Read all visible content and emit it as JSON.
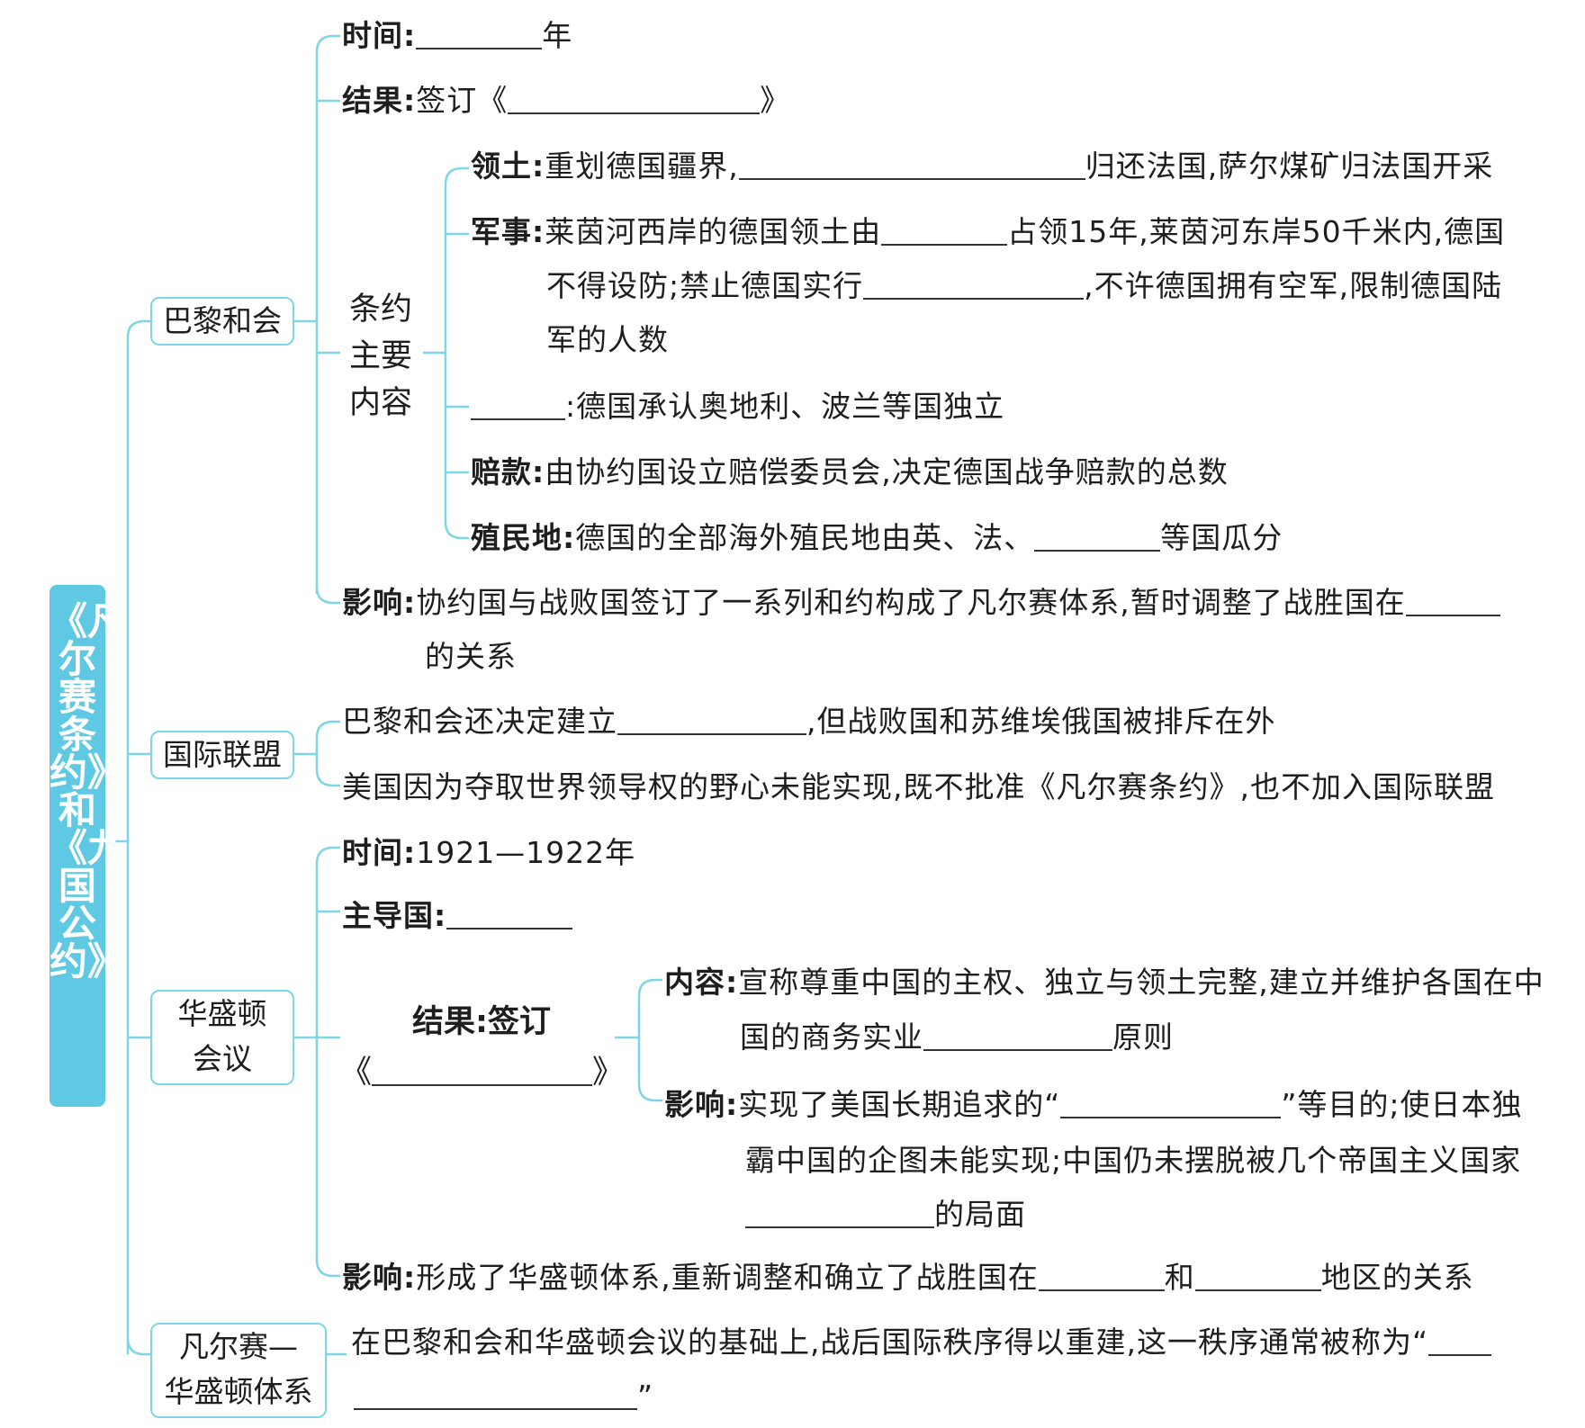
{
  "root_title": "《凡尔赛条约》和《九国公约》",
  "paris": {
    "title": "巴黎和会",
    "time_label": "时间:",
    "time_suffix": "年",
    "result_label": "结果:",
    "result_text": "签订《",
    "result_close": "》",
    "terms_title": [
      "条约",
      "主要",
      "内容"
    ],
    "territory_label": "领土:",
    "territory_pre": "重划德国疆界,",
    "territory_post": "归还法国,萨尔煤矿归法国开采",
    "military_label": "军事:",
    "military_l1_pre": "莱茵河西岸的德国领土由",
    "military_l1_post": "占领15年,莱茵河东岸50千米内,德国",
    "military_l2_pre": "不得设防;禁止德国实行",
    "military_l2_post": ",不许德国拥有空军,限制德国陆",
    "military_l3": "军的人数",
    "independence_text": ":德国承认奥地利、波兰等国独立",
    "reparations_label": "赔款:",
    "reparations_text": "由协约国设立赔偿委员会,决定德国战争赔款的总数",
    "colonies_label": "殖民地:",
    "colonies_pre": "德国的全部海外殖民地由英、法、",
    "colonies_post": "等国瓜分",
    "impact_label": "影响:",
    "impact_l1": "协约国与战败国签订了一系列和约构成了凡尔赛体系,暂时调整了战胜国在",
    "impact_l2": "的关系"
  },
  "league": {
    "title": "国际联盟",
    "l1_pre": "巴黎和会还决定建立",
    "l1_post": ",但战败国和苏维埃俄国被排斥在外",
    "l2": "美国因为夺取世界领导权的野心未能实现,既不批准《凡尔赛条约》,也不加入国际联盟"
  },
  "washington": {
    "title_l1": "华盛顿",
    "title_l2": "会议",
    "time_label": "时间:",
    "time_value": "1921—1922年",
    "leader_label": "主导国:",
    "result_label": "结果:",
    "result_text": "签订",
    "open_quote": "《",
    "close_quote": "》",
    "content_label": "内容:",
    "content_l1": "宣称尊重中国的主权、独立与领土完整,建立并维护各国在中",
    "content_l2_pre": "国的商务实业",
    "content_l2_post": "原则",
    "effect_label": "影响:",
    "effect_l1_pre": "实现了美国长期追求的“",
    "effect_l1_post": "”等目的;使日本独",
    "effect_l2": "霸中国的企图未能实现;中国仍未摆脱被几个帝国主义国家",
    "effect_l3_post": "的局面",
    "impact_label": "影响:",
    "impact_pre": "形成了华盛顿体系,重新调整和确立了战胜国在",
    "impact_mid": "和",
    "impact_post": "地区的关系"
  },
  "system": {
    "title_l1": "凡尔赛—",
    "title_l2": "华盛顿体系",
    "l1": "在巴黎和会和华盛顿会议的基础上,战后国际秩序得以重建,这一秩序通常被称为“",
    "l2_post": "”"
  },
  "colors": {
    "line": "#7dd6e6",
    "root_bg": "#5fc9e4",
    "box_border": "#7dd6e6"
  }
}
